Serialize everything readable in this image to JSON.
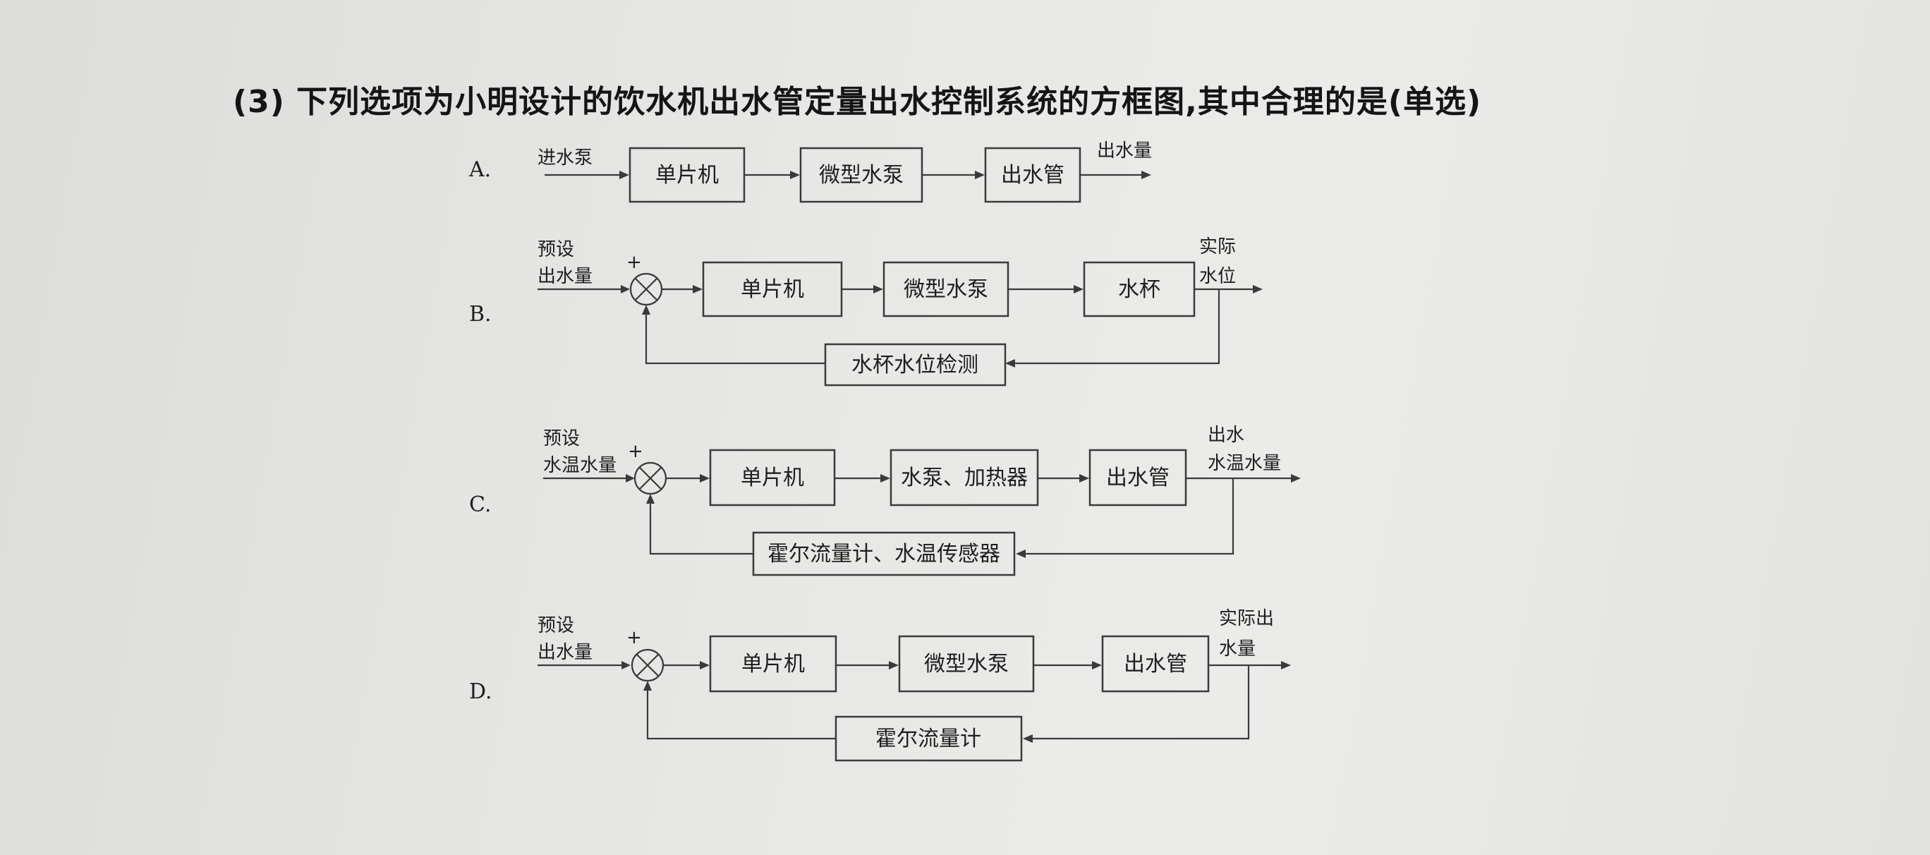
{
  "question": "(3) 下列选项为小明设计的饮水机出水管定量出水控制系统的方框图,其中合理的是(单选)",
  "options": {
    "A": {
      "letter": "A.",
      "input_label": "进水泵",
      "blocks": [
        "单片机",
        "微型水泵",
        "出水管"
      ],
      "output_label": "出水量"
    },
    "B": {
      "letter": "B.",
      "input_label_1": "预设",
      "input_label_2": "出水量",
      "plus": "+",
      "blocks": [
        "单片机",
        "微型水泵",
        "水杯"
      ],
      "feedback": "水杯水位检测",
      "output_label_1": "实际",
      "output_label_2": "水位"
    },
    "C": {
      "letter": "C.",
      "input_label_1": "预设",
      "input_label_2": "水温水量",
      "plus": "+",
      "blocks": [
        "单片机",
        "水泵、加热器",
        "出水管"
      ],
      "feedback": "霍尔流量计、水温传感器",
      "output_label_1": "出水",
      "output_label_2": "水温水量"
    },
    "D": {
      "letter": "D.",
      "input_label_1": "预设",
      "input_label_2": "出水量",
      "plus": "+",
      "blocks": [
        "单片机",
        "微型水泵",
        "出水管"
      ],
      "feedback": "霍尔流量计",
      "output_label_1": "实际出",
      "output_label_2": "水量"
    }
  }
}
